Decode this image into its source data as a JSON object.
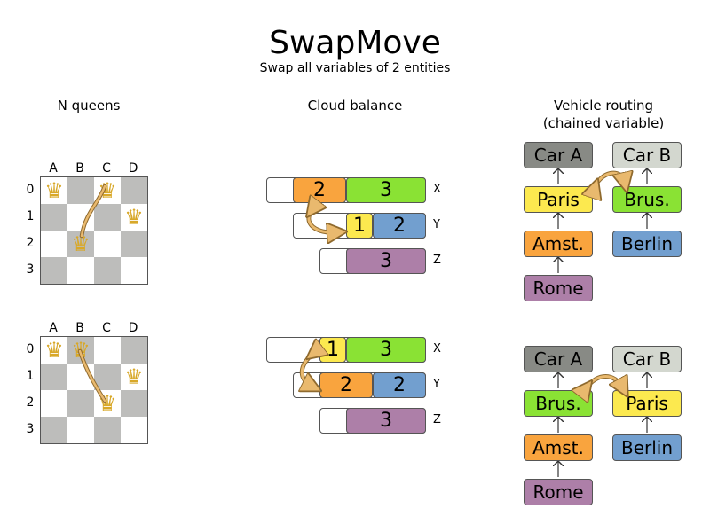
{
  "title": "SwapMove",
  "subtitle": "Swap all variables of 2 entities",
  "sections": {
    "nqueens": "N queens",
    "cloud": "Cloud balance",
    "vrp_line1": "Vehicle routing",
    "vrp_line2": "(chained variable)"
  },
  "board": {
    "columns": [
      "A",
      "B",
      "C",
      "D"
    ],
    "rows": [
      "0",
      "1",
      "2",
      "3"
    ],
    "queen_glyph": "♛",
    "before_queens": {
      "A": 0,
      "B": 2,
      "C": 0,
      "D": 1
    },
    "after_queens": {
      "A": 0,
      "B": 0,
      "C": 2,
      "D": 1
    }
  },
  "cloud": {
    "computers": [
      "X",
      "Y",
      "Z"
    ],
    "before": {
      "X": [
        {
          "label": "2",
          "color": "#f9a43e"
        },
        {
          "label": "3",
          "color": "#8ae234"
        }
      ],
      "Y": [
        {
          "label": "1",
          "color": "#fce94f"
        },
        {
          "label": "2",
          "color": "#729fcf"
        }
      ],
      "Z": [
        {
          "label": "3",
          "color": "#ad7fa8"
        }
      ]
    },
    "after": {
      "X": [
        {
          "label": "1",
          "color": "#fce94f"
        },
        {
          "label": "3",
          "color": "#8ae234"
        }
      ],
      "Y": [
        {
          "label": "2",
          "color": "#f9a43e"
        },
        {
          "label": "2",
          "color": "#729fcf"
        }
      ],
      "Z": [
        {
          "label": "3",
          "color": "#ad7fa8"
        }
      ]
    }
  },
  "vrp": {
    "before": {
      "car_a": "Car A",
      "car_b": "Car B",
      "a1": "Paris",
      "a2": "Amst.",
      "a3": "Rome",
      "b1": "Brus.",
      "b2": "Berlin"
    },
    "after": {
      "car_a": "Car A",
      "car_b": "Car B",
      "a1": "Brus.",
      "a2": "Amst.",
      "a3": "Rome",
      "b1": "Paris",
      "b2": "Berlin"
    }
  },
  "colors": {
    "car_a": "#888a85",
    "car_b": "#d3d7cf",
    "paris": "#fce94f",
    "brus": "#8ae234",
    "amst": "#f9a43e",
    "berlin": "#729fcf",
    "rome": "#ad7fa8",
    "arrow": "#e9b96e",
    "board_dark": "#bdbdbb",
    "queen": "#d8a829"
  }
}
